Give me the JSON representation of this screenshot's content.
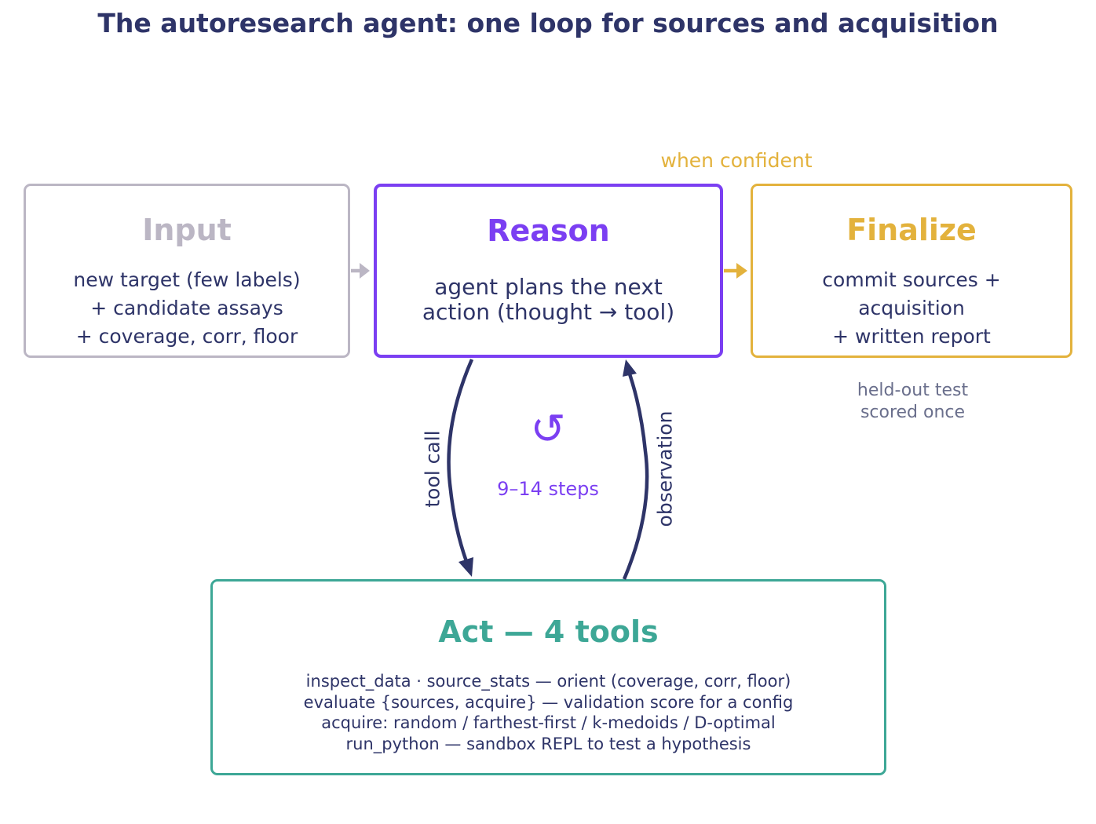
{
  "title": "The autoresearch agent: one loop for sources and acquisition",
  "nodes": {
    "input": {
      "title": "Input",
      "body": "new target (few labels)\n+ candidate assays\n+ coverage, corr, floor"
    },
    "reason": {
      "title": "Reason",
      "body": "agent plans the next\naction (thought → tool)"
    },
    "finalize": {
      "title": "Finalize",
      "body": "commit sources +\nacquisition\n+ written report"
    },
    "act": {
      "title": "Act — 4 tools",
      "body": "inspect_data · source_stats  —  orient (coverage, corr, floor)\nevaluate {sources, acquire}  —  validation score for a config\nacquire:  random / farthest-first / k-medoids / D-optimal\nrun_python  —  sandbox REPL to test a hypothesis"
    }
  },
  "edges": {
    "reason_to_finalize_label": "when confident",
    "reason_to_act_label": "tool call",
    "act_to_reason_label": "observation"
  },
  "annotations": {
    "finalize_note": "held-out test\nscored once",
    "loop_icon": "↺",
    "loop_steps": "9–14 steps"
  },
  "colors": {
    "input": "#bbb6c4",
    "reason": "#7b3ff2",
    "finalize": "#e3b23c",
    "act": "#3da796",
    "text": "#2e3468",
    "note": "#6a6f8c"
  }
}
